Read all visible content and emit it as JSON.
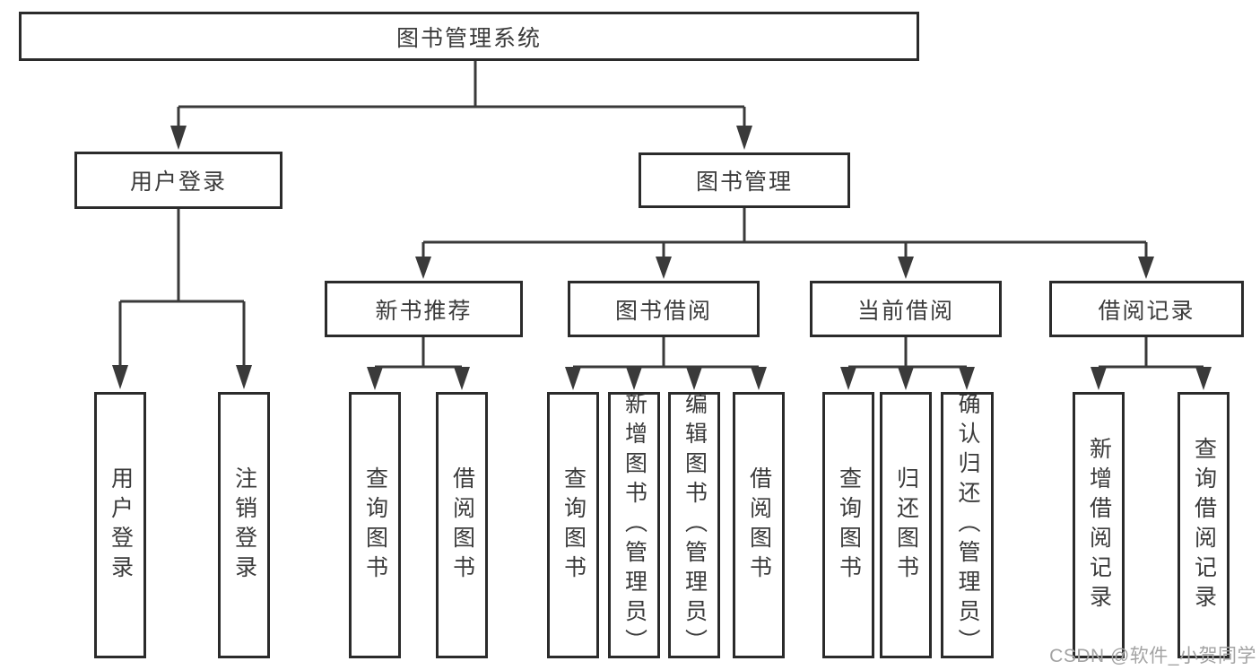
{
  "colors": {
    "background": "#ffffff",
    "line": "#3a3a3a",
    "border": "#2b2b2b",
    "text": "#3b3b3b",
    "watermark": "#a3a3a3"
  },
  "watermark": {
    "text": "CSDN @软件_小贺同学"
  },
  "tree": {
    "label": "图书管理系统",
    "children": [
      {
        "label": "用户登录",
        "children": [
          {
            "label": "用户登录"
          },
          {
            "label": "注销登录"
          }
        ]
      },
      {
        "label": "图书管理",
        "children": [
          {
            "label": "新书推荐",
            "children": [
              {
                "label": "查询图书"
              },
              {
                "label": "借阅图书"
              }
            ]
          },
          {
            "label": "图书借阅",
            "children": [
              {
                "label": "查询图书"
              },
              {
                "label": "新增图书（管理员）"
              },
              {
                "label": "编辑图书（管理员）"
              },
              {
                "label": "借阅图书"
              }
            ]
          },
          {
            "label": "当前借阅",
            "children": [
              {
                "label": "查询图书"
              },
              {
                "label": "归还图书"
              },
              {
                "label": "确认归还（管理员）"
              }
            ]
          },
          {
            "label": "借阅记录",
            "children": [
              {
                "label": "新增借阅记录"
              },
              {
                "label": "查询借阅记录"
              }
            ]
          }
        ]
      }
    ]
  }
}
